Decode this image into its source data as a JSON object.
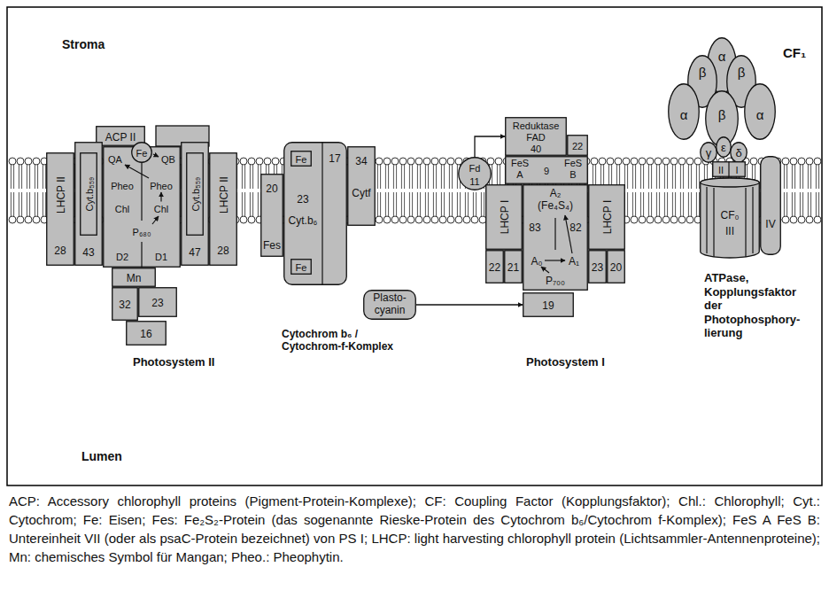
{
  "diagram": {
    "caption": "ACP: Accessory chlorophyll proteins (Pigment-Protein-Komplexe); CF: Coupling Factor (Kopplungsfaktor); Chl.: Chlorophyll; Cyt.: Cytochrom; Fe: Eisen; Fes: Fe₂S₂-Protein (das sogenannte Rieske-Protein des Cytochrom b₆/Cytochrom f-Komplex); FeS A FeS B: Untereinheit VII (oder als psaC-Protein bezeichnet) von PS I; LHCP: light harvesting chlorophyll protein (Lichtsammler-Antennenproteine); Mn: chemisches Symbol für Mangan; Pheo.: Pheophytin.",
    "nodes": [
      {
        "text": [
          "ACP II"
        ]
      },
      {
        "text": [
          "LHCP II",
          "28"
        ]
      },
      {
        "text": [
          "43"
        ]
      },
      {
        "text": [
          "Cyt.b₅₅₉"
        ],
        "in": 2
      },
      {
        "text": [
          "QA",
          "QB",
          "Pheo",
          "Pheo",
          "Chl",
          "Chl",
          "P₆₈₀",
          "D2",
          "D1"
        ]
      },
      {
        "text": [
          "Fe"
        ]
      },
      {
        "text": [
          "47"
        ]
      },
      {
        "text": [
          "Cyt.b₅₅₉"
        ],
        "in": 6
      },
      {
        "text": [
          "LHCP II",
          "28"
        ]
      },
      {
        "text": [
          "Mn"
        ]
      },
      {
        "text": [
          "32"
        ]
      },
      {
        "text": [
          "23"
        ]
      },
      {
        "text": [
          "16"
        ]
      },
      {
        "text": [
          "20",
          "Fes"
        ]
      },
      {
        "text": [
          "17",
          "23",
          "Cyt.b₆"
        ]
      },
      {
        "text": [
          "Fe"
        ],
        "in": 14
      },
      {
        "text": [
          "Fe"
        ],
        "in": 14
      },
      {
        "text": [
          "34",
          "Cytf"
        ]
      },
      {
        "text": [
          "Plasto- cyanin"
        ]
      },
      {
        "text": [
          "Fd",
          "11"
        ]
      },
      {
        "text": [
          "Reduktase",
          "FAD",
          "40"
        ]
      },
      {
        "text": [
          "22"
        ]
      },
      {
        "text": [
          "FeS A",
          "9",
          "FeS B"
        ]
      },
      {
        "text": [
          "LHCP I"
        ]
      },
      {
        "text": [
          "22"
        ]
      },
      {
        "text": [
          "21"
        ]
      },
      {
        "text": [
          "A₂ (Fe₄S₄)",
          "83",
          "82",
          "A₀",
          "A₁",
          "P₇₀₀"
        ]
      },
      {
        "text": [
          "LHCP I"
        ]
      },
      {
        "text": [
          "23"
        ]
      },
      {
        "text": [
          "20"
        ]
      },
      {
        "text": [
          "19"
        ]
      },
      {
        "text": [
          "α"
        ]
      },
      {
        "text": [
          "β"
        ]
      },
      {
        "text": [
          "β"
        ]
      },
      {
        "text": [
          "α"
        ]
      },
      {
        "text": [
          "β"
        ]
      },
      {
        "text": [
          "α"
        ]
      },
      {
        "text": [
          "γ"
        ]
      },
      {
        "text": [
          "ε"
        ]
      },
      {
        "text": [
          "δ"
        ]
      },
      {
        "text": [
          "II",
          "I"
        ]
      },
      {
        "text": [
          "CF₀",
          "III"
        ]
      },
      {
        "text": [
          "IV"
        ]
      }
    ],
    "edges": [
      {
        "from": 19,
        "to": 20,
        "arrow": "to"
      },
      {
        "from": 18,
        "to": 30,
        "arrow": "to"
      }
    ],
    "labels": [
      "Stroma",
      "Cytochrom b₆ / Cytochrom-f-Komplex",
      "Photosystem II",
      "Photosystem I",
      "ATPase, Kopplungsfaktor der Photophosphory- lierung",
      "CF₁",
      "Lumen"
    ]
  }
}
